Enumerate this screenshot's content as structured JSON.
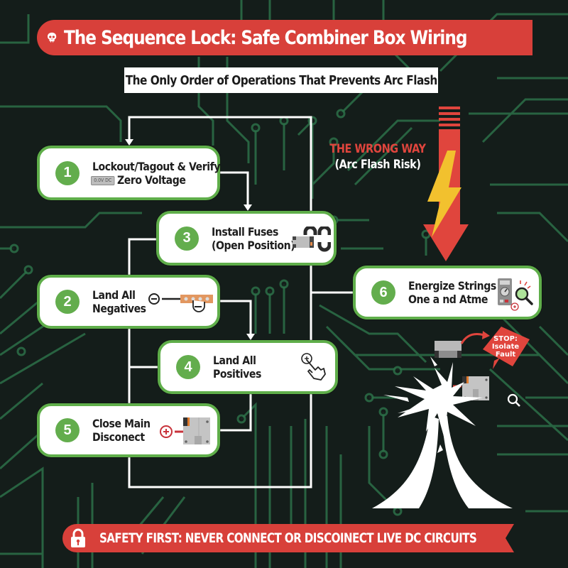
{
  "header": {
    "title": "The Sequence Lock: Safe Combiner Box Wiring",
    "title_icon": "skull-icon",
    "subtitle": "The Only Order of Operations That Prevents Arc Flash"
  },
  "steps": [
    {
      "number": "1",
      "lines": [
        "Lockout/Tagout & Verify",
        "Zero Voltage"
      ],
      "icon": "voltmeter-display-icon",
      "meter_reading": "0.0V DC"
    },
    {
      "number": "2",
      "lines": [
        "Land All",
        "Negatives"
      ],
      "icon": "negative-terminal-busbar-icon"
    },
    {
      "number": "3",
      "lines": [
        "Install Fuses",
        "(Open Position)"
      ],
      "icon": "fuse-holder-open-icon"
    },
    {
      "number": "4",
      "lines": [
        "Land All",
        "Positives"
      ],
      "icon": "hand-press-positive-icon"
    },
    {
      "number": "5",
      "lines": [
        "Close Main",
        "Disconect"
      ],
      "icon": "positive-disconnect-switch-icon"
    },
    {
      "number": "6",
      "lines": [
        "Energize Strings",
        "One a nd Atme"
      ],
      "icon": "multimeter-magnifier-icon"
    }
  ],
  "wrong_way": {
    "title": "THE WRONG WAY",
    "subtitle": "(Arc Flash Risk)",
    "icon": "lightning-down-arrow-icon"
  },
  "fault": {
    "stop_label_1": "STOP:",
    "stop_label_2": "Isolate",
    "stop_label_3": "Fault",
    "icons": [
      "fuse-icon",
      "disconnect-switch-icon",
      "magnifier-icon",
      "arc-flash-explosion-icon"
    ]
  },
  "footer": {
    "text": "SAFETY FIRST: NEVER CONNECT OR DISCOINECT LIVE DC CIRCUITS",
    "icon": "padlock-icon"
  },
  "colors": {
    "background": "#141d1a",
    "circuit_trace": "#2f7a4c",
    "banner_red": "#d8403a",
    "step_border_green": "#5fae4a",
    "step_number_green": "#63ad4d",
    "warning_red": "#e0453d",
    "lightning_yellow": "#f2c12e"
  }
}
